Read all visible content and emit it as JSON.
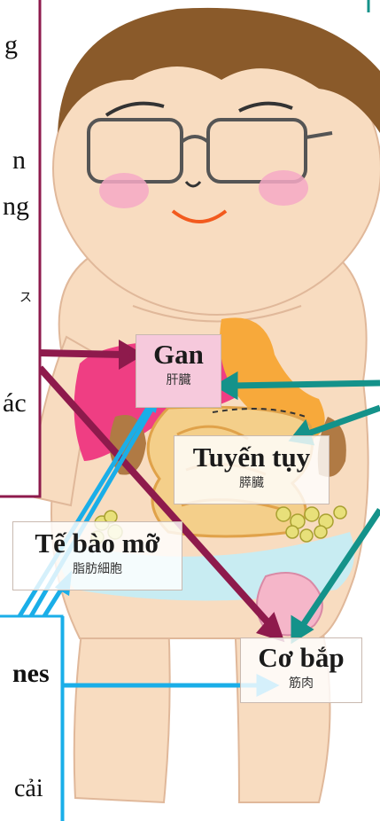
{
  "left_panel": {
    "fragments": [
      "g",
      "n",
      "ng",
      "ス",
      "ác"
    ]
  },
  "bottom_panel": {
    "fragments": [
      "nes",
      "cải"
    ]
  },
  "labels": {
    "liver": {
      "vi": "Gan",
      "ja": "肝臓",
      "bg": "#f6c9dc"
    },
    "pancreas": {
      "vi": "Tuyến tụy",
      "ja": "膵臓"
    },
    "fat": {
      "vi": "Tế bào mỡ",
      "ja": "脂肪細胞"
    },
    "muscle": {
      "vi": "Cơ bắp",
      "ja": "筋肉"
    }
  },
  "colors": {
    "maroon": "#8e1a4c",
    "teal": "#14928a",
    "blue": "#1aaee8",
    "skin": "#f8dcc0",
    "hair": "#8a5a2a"
  }
}
